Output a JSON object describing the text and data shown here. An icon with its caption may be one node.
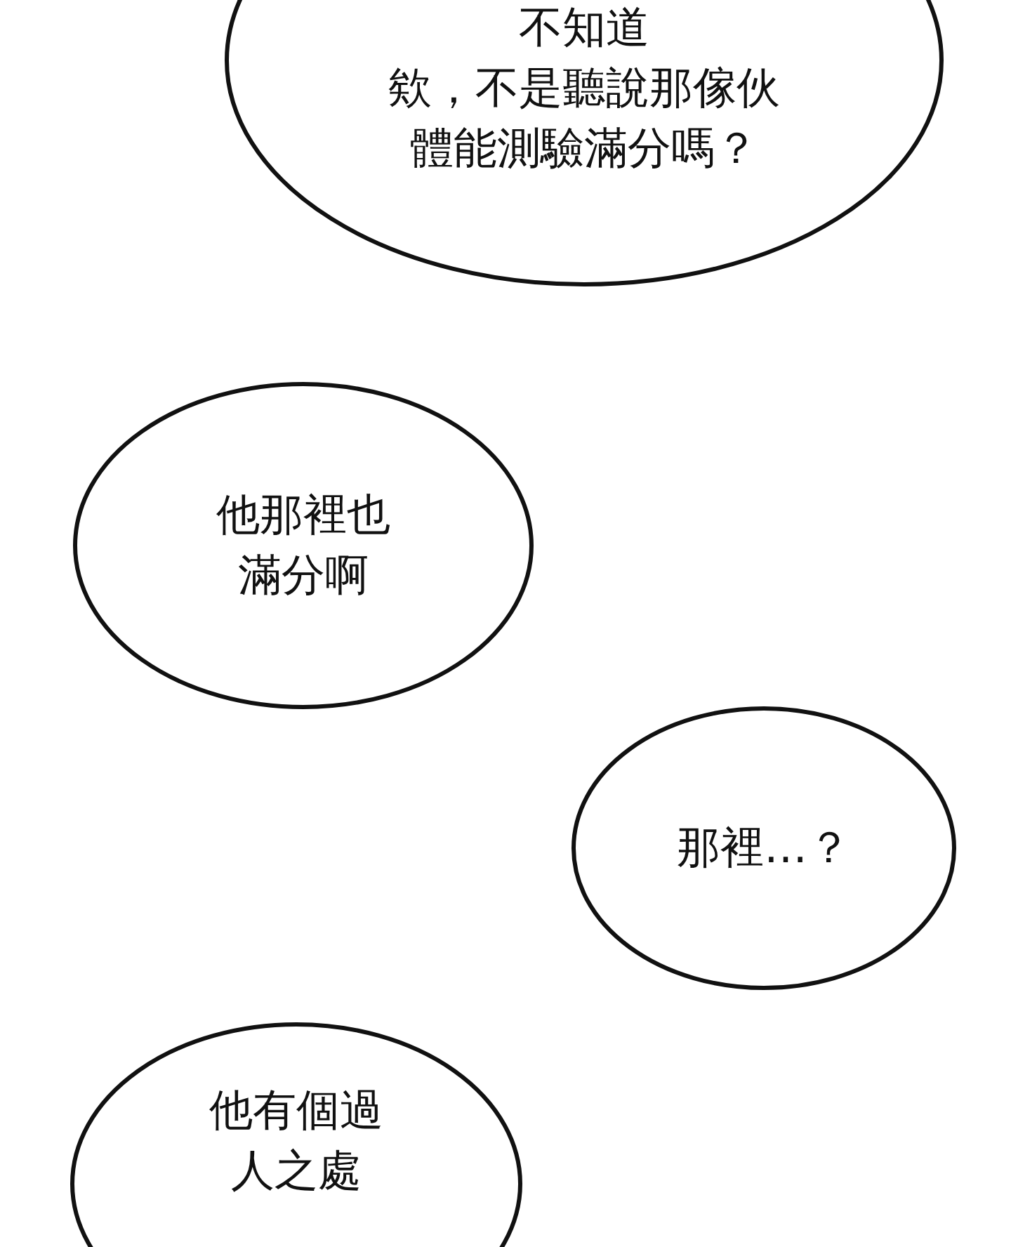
{
  "diagram": {
    "nodes": [
      {
        "text": [
          "不知道",
          "欸，不是聽說那傢伙體能測驗滿分嗎？"
        ]
      },
      {
        "text": [
          "他那裡也滿分啊"
        ]
      },
      {
        "text": [
          "那裡…？"
        ]
      },
      {
        "text": [
          "他有個過人之處"
        ]
      }
    ]
  }
}
